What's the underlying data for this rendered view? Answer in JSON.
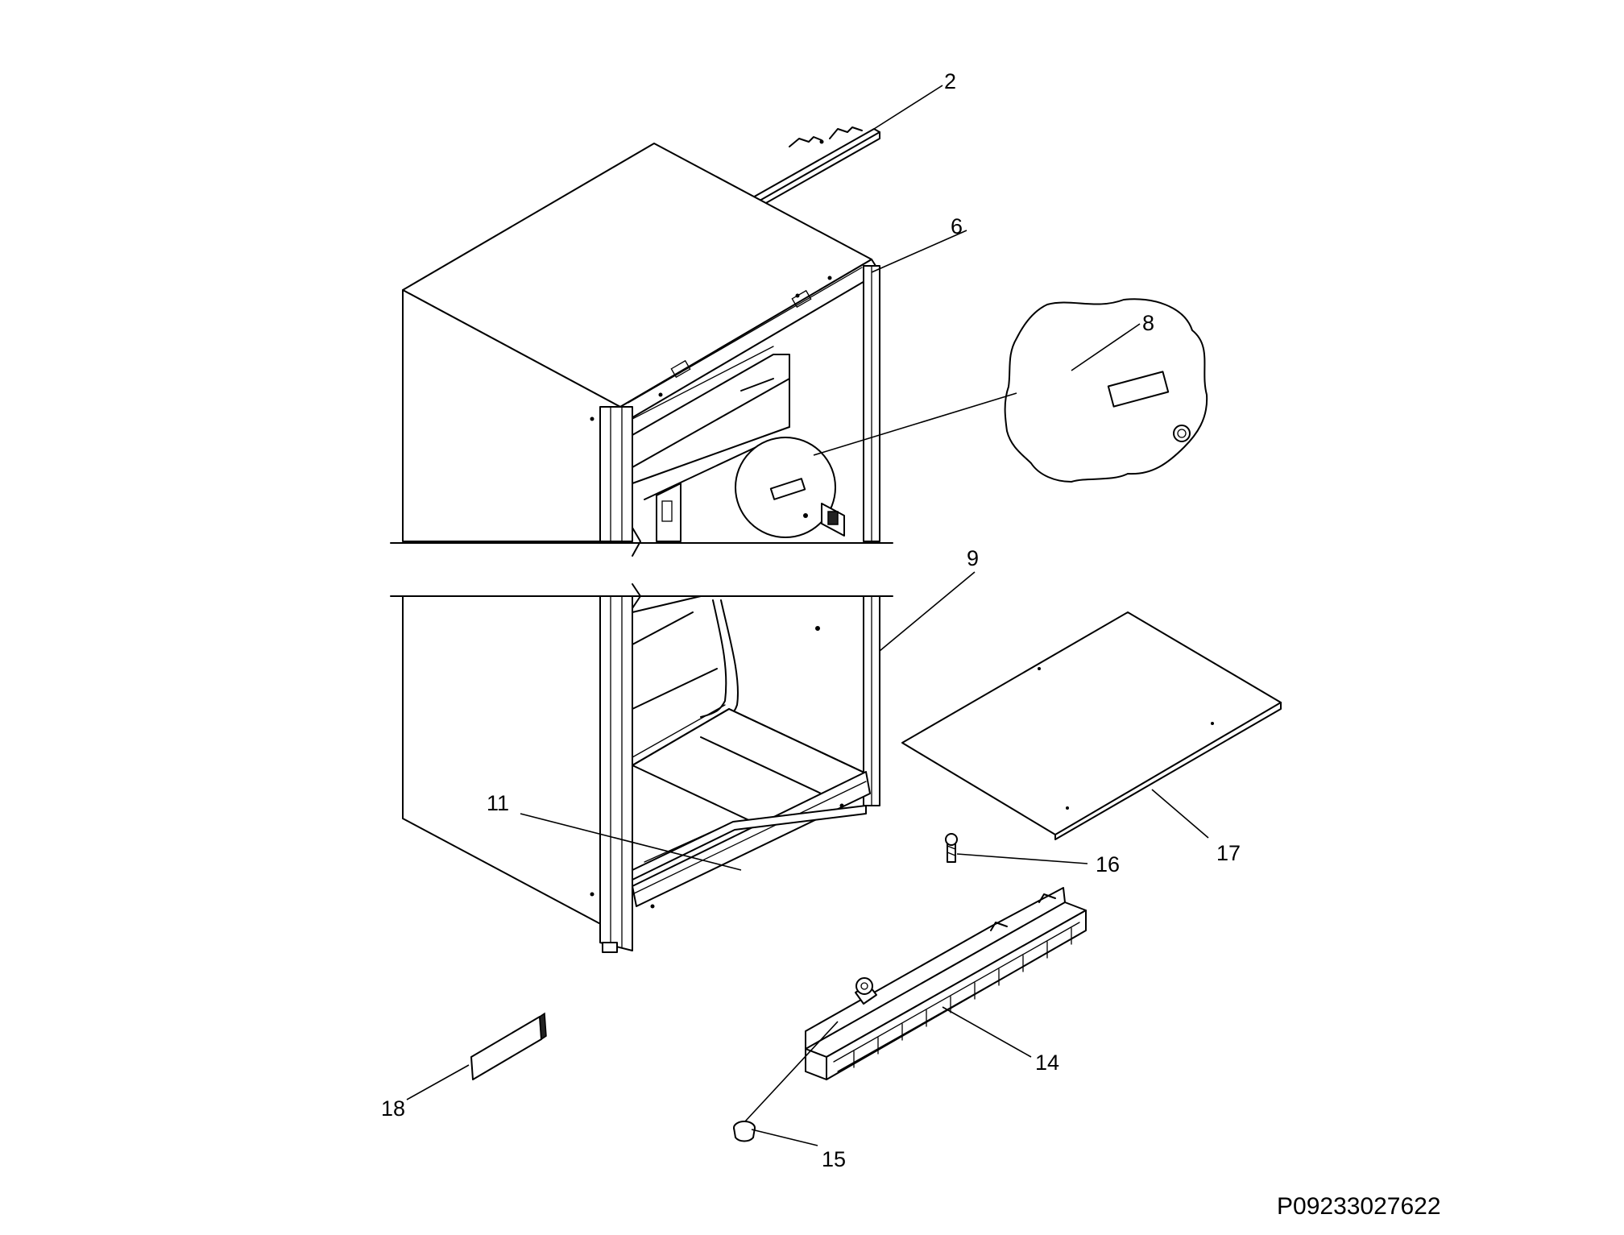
{
  "diagram": {
    "callouts": [
      {
        "id": "2",
        "label": "2"
      },
      {
        "id": "6",
        "label": "6"
      },
      {
        "id": "8",
        "label": "8"
      },
      {
        "id": "9",
        "label": "9"
      },
      {
        "id": "11",
        "label": "11"
      },
      {
        "id": "14",
        "label": "14"
      },
      {
        "id": "15",
        "label": "15"
      },
      {
        "id": "16",
        "label": "16"
      },
      {
        "id": "17",
        "label": "17"
      },
      {
        "id": "18",
        "label": "18"
      }
    ],
    "document_number": "P09233027622"
  }
}
